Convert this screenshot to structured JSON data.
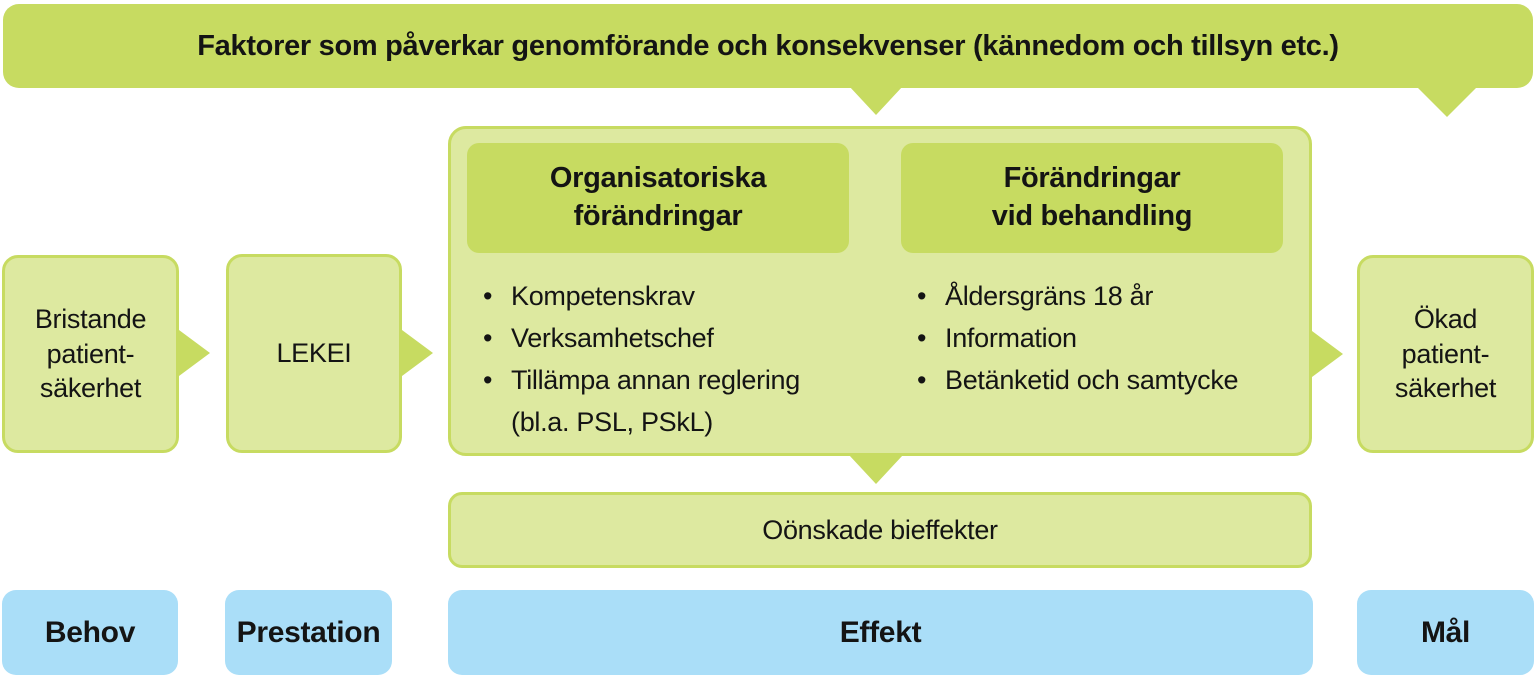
{
  "colors": {
    "accent_green": "#c7db61",
    "light_green": "#dde9a0",
    "blue": "#aadef8",
    "text": "#141414"
  },
  "banner": {
    "label": "Faktorer som påverkar genomförande och konsekvenser (kännedom och tillsyn etc.)"
  },
  "flow": {
    "need_box": {
      "label": "Bristande\npatient-\nsäkerhet"
    },
    "lekei_box": {
      "label": "LEKEI"
    },
    "goal_box": {
      "label": "Ökad\npatient-\nsäkerhet"
    }
  },
  "intervention_panel": {
    "left": {
      "title": "Organisatoriska\nförändringar",
      "bullets": [
        "Kompetenskrav",
        "Verksamhetschef",
        "Tillämpa annan reglering (bl.a. PSL, PSkL)"
      ]
    },
    "right": {
      "title": "Förändringar\nvid behandling",
      "bullets": [
        "Åldersgräns 18 år",
        "Information",
        "Betänketid och samtycke"
      ]
    }
  },
  "side_effects_box": {
    "label": "Oönskade bieffekter"
  },
  "bottom_row": [
    {
      "label": "Behov"
    },
    {
      "label": "Prestation"
    },
    {
      "label": "Effekt"
    },
    {
      "label": "Mål"
    }
  ]
}
